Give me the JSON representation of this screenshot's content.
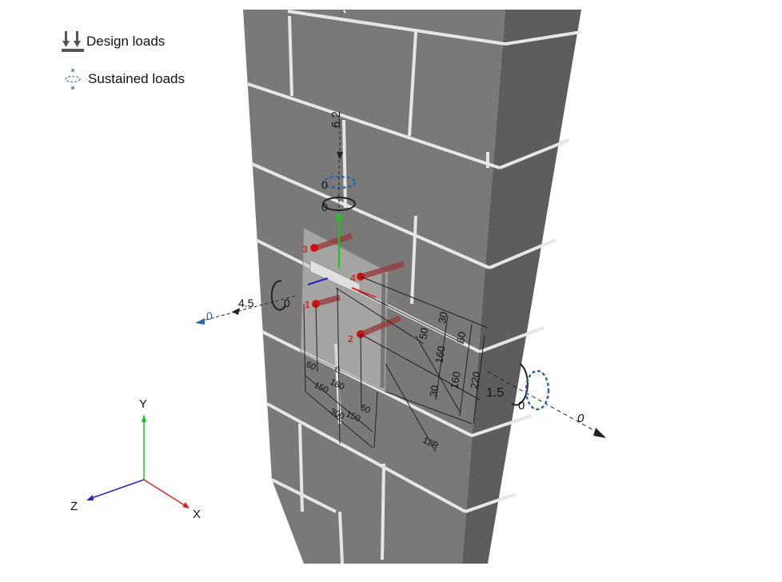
{
  "legend": {
    "design_loads": "Design loads",
    "sustained_loads": "Sustained loads"
  },
  "axes": {
    "x": "X",
    "y": "Y",
    "z": "Z"
  },
  "loads": {
    "vertical_force": "6.2",
    "vertical_sustained": "0",
    "vertical_moment": "0",
    "z_force": "4.5",
    "z_moment": "0",
    "z_sustained": "0",
    "x_force": "1.5",
    "x_moment": "0",
    "x_sustained": "0"
  },
  "anchors": [
    "1",
    "2",
    "3",
    "4"
  ],
  "dimensions": {
    "d30a": "30",
    "d60a": "60",
    "d50": "50",
    "d160a": "160",
    "d160b": "160",
    "d220": "220",
    "d30b": "30",
    "d60b": "60",
    "d180": "180",
    "d150a": "150",
    "d0": "0",
    "d60c": "60",
    "d150b": "150",
    "d300": "300",
    "radius": "12R"
  },
  "colors": {
    "pillar_front": "#7a7977",
    "pillar_side": "#5d5d5c",
    "mortar": "#e6e6e6",
    "anchor": "#d01010",
    "sustained": "#2a64b0",
    "base": "#c9c6bb"
  }
}
